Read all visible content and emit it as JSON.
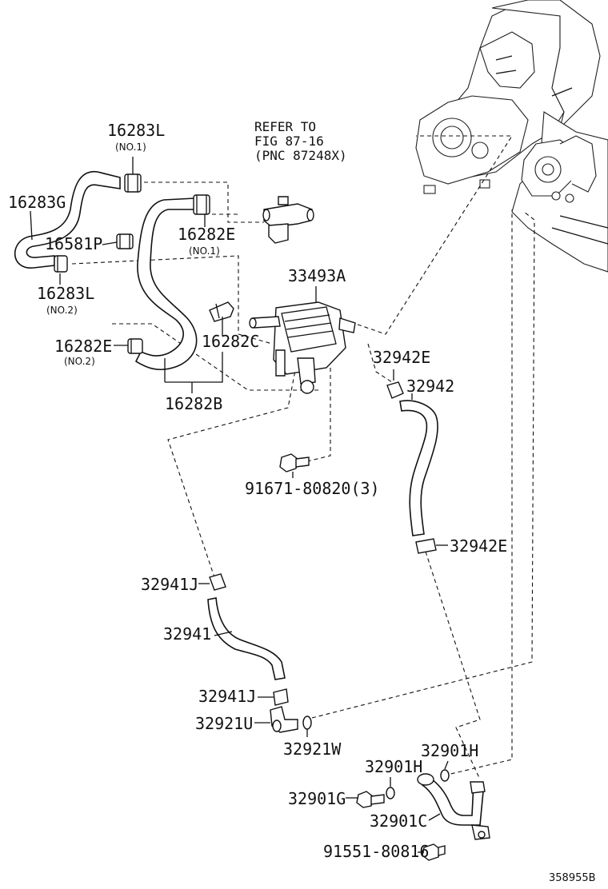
{
  "labels": {
    "p16283L_1": "16283L",
    "p16283L_1_sub": "(NO.1)",
    "p16283G": "16283G",
    "p16581P": "16581P",
    "p16283L_2": "16283L",
    "p16283L_2_sub": "(NO.2)",
    "p16282E_1": "16282E",
    "p16282E_1_sub": "(NO.1)",
    "p16282E_2": "16282E",
    "p16282E_2_sub": "(NO.2)",
    "p16282C": "16282C",
    "p16282B": "16282B",
    "p33493A": "33493A",
    "p32942E_top": "32942E",
    "p32942": "32942",
    "p32942E_bot": "32942E",
    "p91671": "91671-80820(3)",
    "p32941J_top": "32941J",
    "p32941": "32941",
    "p32941J_bot": "32941J",
    "p32921U": "32921U",
    "p32921W": "32921W",
    "p32901H_1": "32901H",
    "p32901H_2": "32901H",
    "p32901G": "32901G",
    "p32901C": "32901C",
    "p91551": "91551-80816"
  },
  "reference": {
    "line1": "REFER TO",
    "line2": "FIG 87-16",
    "line3": "(PNC 87248X)"
  },
  "figure_id": "358955B"
}
